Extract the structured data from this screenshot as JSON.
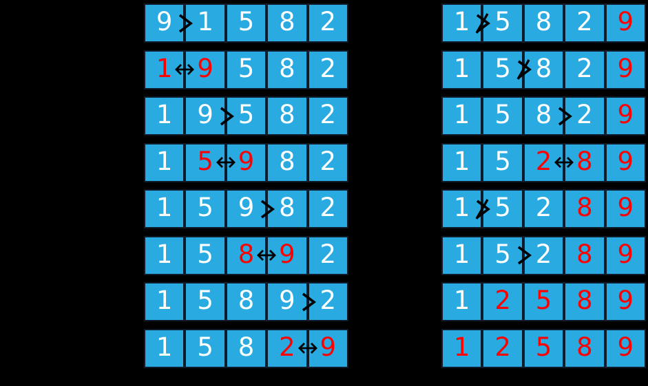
{
  "meta": {
    "title": "Bubble Sort Step-by-Step Visualization",
    "background_color": "#000000",
    "cell_color": "#29abe2",
    "cell_border_color": "#0d1b2a",
    "normal_text_color": "#ffffff",
    "highlight_text_color": "#ff0000",
    "operator_color": "#000000",
    "array_length": 5,
    "initial_array": [
      9,
      1,
      5,
      8,
      2
    ],
    "sorted_array": [
      1,
      2,
      5,
      8,
      9
    ],
    "operators": {
      "greater-than": ">",
      "not-greater-than": "≯",
      "swap": "↔"
    }
  },
  "columns": [
    {
      "name": "left-column",
      "rows": [
        {
          "id": "row-1",
          "values": [
            "9",
            "1",
            "5",
            "8",
            "2"
          ],
          "red": [
            false,
            false,
            false,
            false,
            false
          ],
          "operator": "greater-than",
          "operator_after_index": 0
        },
        {
          "id": "row-2",
          "values": [
            "1",
            "9",
            "5",
            "8",
            "2"
          ],
          "red": [
            true,
            true,
            false,
            false,
            false
          ],
          "operator": "swap",
          "operator_after_index": 0
        },
        {
          "id": "row-3",
          "values": [
            "1",
            "9",
            "5",
            "8",
            "2"
          ],
          "red": [
            false,
            false,
            false,
            false,
            false
          ],
          "operator": "greater-than",
          "operator_after_index": 1
        },
        {
          "id": "row-4",
          "values": [
            "1",
            "5",
            "9",
            "8",
            "2"
          ],
          "red": [
            false,
            true,
            true,
            false,
            false
          ],
          "operator": "swap",
          "operator_after_index": 1
        },
        {
          "id": "row-5",
          "values": [
            "1",
            "5",
            "9",
            "8",
            "2"
          ],
          "red": [
            false,
            false,
            false,
            false,
            false
          ],
          "operator": "greater-than",
          "operator_after_index": 2
        },
        {
          "id": "row-6",
          "values": [
            "1",
            "5",
            "8",
            "9",
            "2"
          ],
          "red": [
            false,
            false,
            true,
            true,
            false
          ],
          "operator": "swap",
          "operator_after_index": 2
        },
        {
          "id": "row-7",
          "values": [
            "1",
            "5",
            "8",
            "9",
            "2"
          ],
          "red": [
            false,
            false,
            false,
            false,
            false
          ],
          "operator": "greater-than",
          "operator_after_index": 3
        },
        {
          "id": "row-8",
          "values": [
            "1",
            "5",
            "8",
            "2",
            "9"
          ],
          "red": [
            false,
            false,
            false,
            true,
            true
          ],
          "operator": "swap",
          "operator_after_index": 3
        }
      ]
    },
    {
      "name": "right-column",
      "rows": [
        {
          "id": "row-9",
          "values": [
            "1",
            "5",
            "8",
            "2",
            "9"
          ],
          "red": [
            false,
            false,
            false,
            false,
            true
          ],
          "operator": "not-greater-than",
          "operator_after_index": 0
        },
        {
          "id": "row-10",
          "values": [
            "1",
            "5",
            "8",
            "2",
            "9"
          ],
          "red": [
            false,
            false,
            false,
            false,
            true
          ],
          "operator": "not-greater-than",
          "operator_after_index": 1
        },
        {
          "id": "row-11",
          "values": [
            "1",
            "5",
            "8",
            "2",
            "9"
          ],
          "red": [
            false,
            false,
            false,
            false,
            true
          ],
          "operator": "greater-than",
          "operator_after_index": 2
        },
        {
          "id": "row-12",
          "values": [
            "1",
            "5",
            "2",
            "8",
            "9"
          ],
          "red": [
            false,
            false,
            true,
            true,
            true
          ],
          "operator": "swap",
          "operator_after_index": 2
        },
        {
          "id": "row-13",
          "values": [
            "1",
            "5",
            "2",
            "8",
            "9"
          ],
          "red": [
            false,
            false,
            false,
            true,
            true
          ],
          "operator": "not-greater-than",
          "operator_after_index": 0
        },
        {
          "id": "row-14",
          "values": [
            "1",
            "5",
            "2",
            "8",
            "9"
          ],
          "red": [
            false,
            false,
            false,
            true,
            true
          ],
          "operator": "greater-than",
          "operator_after_index": 1
        },
        {
          "id": "row-15",
          "values": [
            "1",
            "2",
            "5",
            "8",
            "9"
          ],
          "red": [
            false,
            true,
            true,
            true,
            true
          ],
          "operator": null,
          "operator_after_index": null
        },
        {
          "id": "row-16",
          "values": [
            "1",
            "2",
            "5",
            "8",
            "9"
          ],
          "red": [
            true,
            true,
            true,
            true,
            true
          ],
          "operator": null,
          "operator_after_index": null
        }
      ]
    }
  ]
}
